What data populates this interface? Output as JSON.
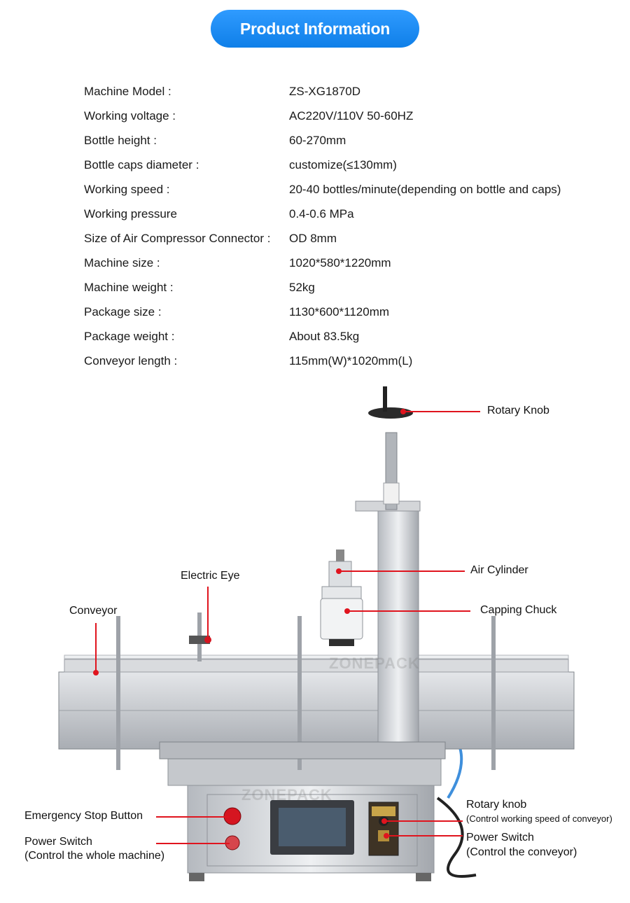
{
  "header": {
    "title": "Product Information"
  },
  "specs": [
    {
      "label": "Machine Model :",
      "value": "ZS-XG1870D"
    },
    {
      "label": "Working voltage :",
      "value": "AC220V/110V 50-60HZ"
    },
    {
      "label": "Bottle height :",
      "value": "60-270mm"
    },
    {
      "label": "Bottle caps diameter :",
      "value": "customize(≤130mm)"
    },
    {
      "label": "Working speed :",
      "value": "20-40 bottles/minute(depending on bottle and caps)"
    },
    {
      "label": "Working pressure",
      "value": "0.4-0.6 MPa"
    },
    {
      "label": "Size of Air Compressor Connector :",
      "value": "OD 8mm"
    },
    {
      "label": "Machine size :",
      "value": "1020*580*1220mm"
    },
    {
      "label": "Machine weight :",
      "value": "52kg"
    },
    {
      "label": "Package size :",
      "value": "1130*600*1120mm"
    },
    {
      "label": "Package weight :",
      "value": "About 83.5kg"
    },
    {
      "label": "Conveyor length :",
      "value": "115mm(W)*1020mm(L)"
    }
  ],
  "callouts": {
    "rotary_knob": "Rotary Knob",
    "air_cylinder": "Air Cylinder",
    "capping_chuck": "Capping Chuck",
    "electric_eye": "Electric Eye",
    "conveyor": "Conveyor",
    "emergency_stop": "Emergency Stop Button",
    "power_switch_main": "Power Switch",
    "power_switch_main_note": "(Control the whole machine)",
    "rotary_knob_speed": "Rotary knob",
    "rotary_knob_speed_note": "(Control working speed of conveyor)",
    "power_switch_conveyor": "Power Switch",
    "power_switch_conveyor_note": "(Control the conveyor)"
  },
  "watermark": "ZONEPACK",
  "colors": {
    "accent_blue": "#1b8af5",
    "callout_red": "#e0141e",
    "steel": "#c9ccd1"
  }
}
